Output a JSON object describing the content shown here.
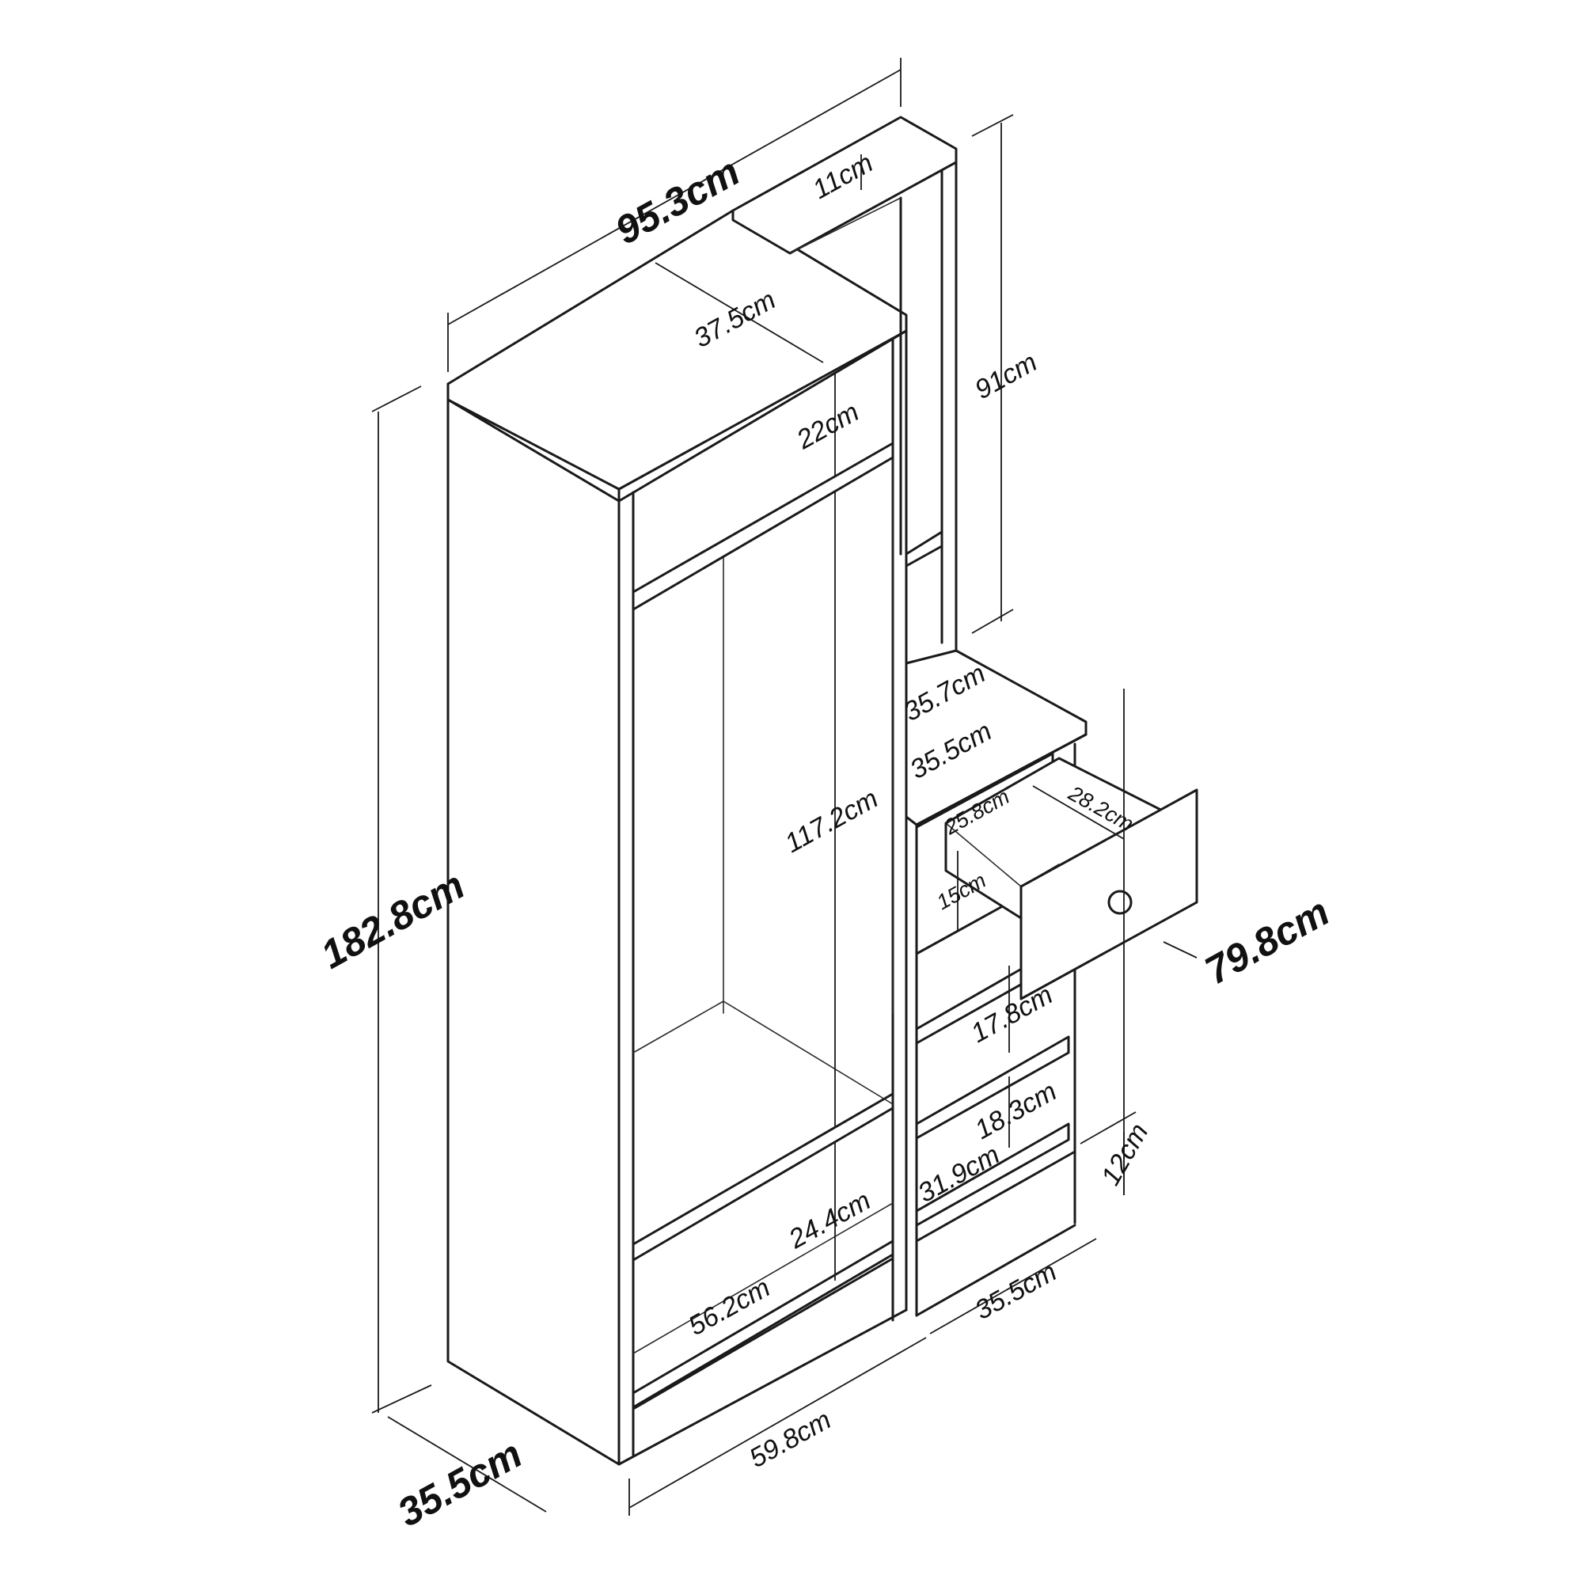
{
  "dimensions": {
    "total_width": "95.3cm",
    "top_overhang": "11cm",
    "upper_depth": "37.5cm",
    "tower_height": "91cm",
    "top_compartment": "22cm",
    "total_height": "182.8cm",
    "hanging_space": "117.2cm",
    "desk_depth": "35.7cm",
    "desk_width": "35.5cm",
    "drawer_depth": "25.8cm",
    "drawer_width": "28.2cm",
    "drawer_height": "15cm",
    "desk_height": "79.8cm",
    "shelf_1": "17.8cm",
    "shelf_2": "18.3cm",
    "shelf_3_width": "31.9cm",
    "plinth": "12cm",
    "bottom_compartment": "24.4cm",
    "bottom_inner_width": "56.2cm",
    "side_unit_width": "35.5cm",
    "wardrobe_width": "59.8cm",
    "wardrobe_depth": "35.5cm"
  }
}
